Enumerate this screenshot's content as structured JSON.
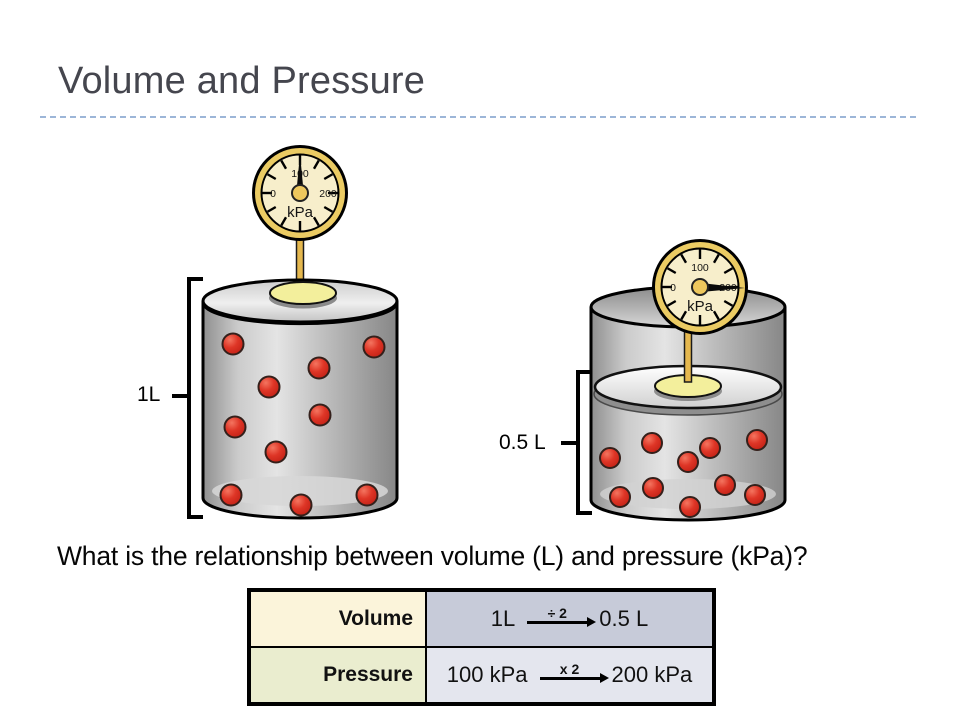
{
  "slide": {
    "title": "Volume and Pressure",
    "question": "What is the relationship between volume (L) and pressure (kPa)?"
  },
  "gauges": {
    "left": {
      "top_label": "100",
      "left_label": "0",
      "right_label": "200",
      "unit": "kPa",
      "reading_kpa": 100
    },
    "right": {
      "top_label": "100",
      "left_label": "0",
      "right_label": "200",
      "unit": "kPa",
      "reading_kpa": 200
    }
  },
  "cylinder_left": {
    "volume_label": "1L",
    "particle_count": 10,
    "particles": [
      [
        233,
        344
      ],
      [
        374,
        347
      ],
      [
        319,
        368
      ],
      [
        269,
        387
      ],
      [
        320,
        415
      ],
      [
        235,
        427
      ],
      [
        276,
        452
      ],
      [
        231,
        495
      ],
      [
        367,
        495
      ],
      [
        301,
        505
      ]
    ]
  },
  "cylinder_right": {
    "volume_label": "0.5 L",
    "particle_count": 10,
    "particles": [
      [
        610,
        458
      ],
      [
        652,
        443
      ],
      [
        688,
        462
      ],
      [
        710,
        448
      ],
      [
        757,
        440
      ],
      [
        620,
        497
      ],
      [
        653,
        488
      ],
      [
        690,
        507
      ],
      [
        725,
        485
      ],
      [
        755,
        495
      ]
    ]
  },
  "table": {
    "rows": [
      {
        "header": "Volume",
        "from": "1L",
        "op": "÷ 2",
        "to": "0.5 L"
      },
      {
        "header": "Pressure",
        "from": "100 kPa",
        "op": "x 2",
        "to": "200 kPa"
      }
    ]
  },
  "colors": {
    "title": "#45464e",
    "divider": "#9db6d8",
    "gauge_ring": "#ebcb63",
    "gauge_face": "#f7eecb",
    "particle_red": "#de3526",
    "table_volume_header_bg": "#fbf4da",
    "table_pressure_header_bg": "#eaedcf",
    "table_volume_value_bg": "#c7cbd9",
    "table_pressure_value_bg": "#e4e6ee"
  }
}
